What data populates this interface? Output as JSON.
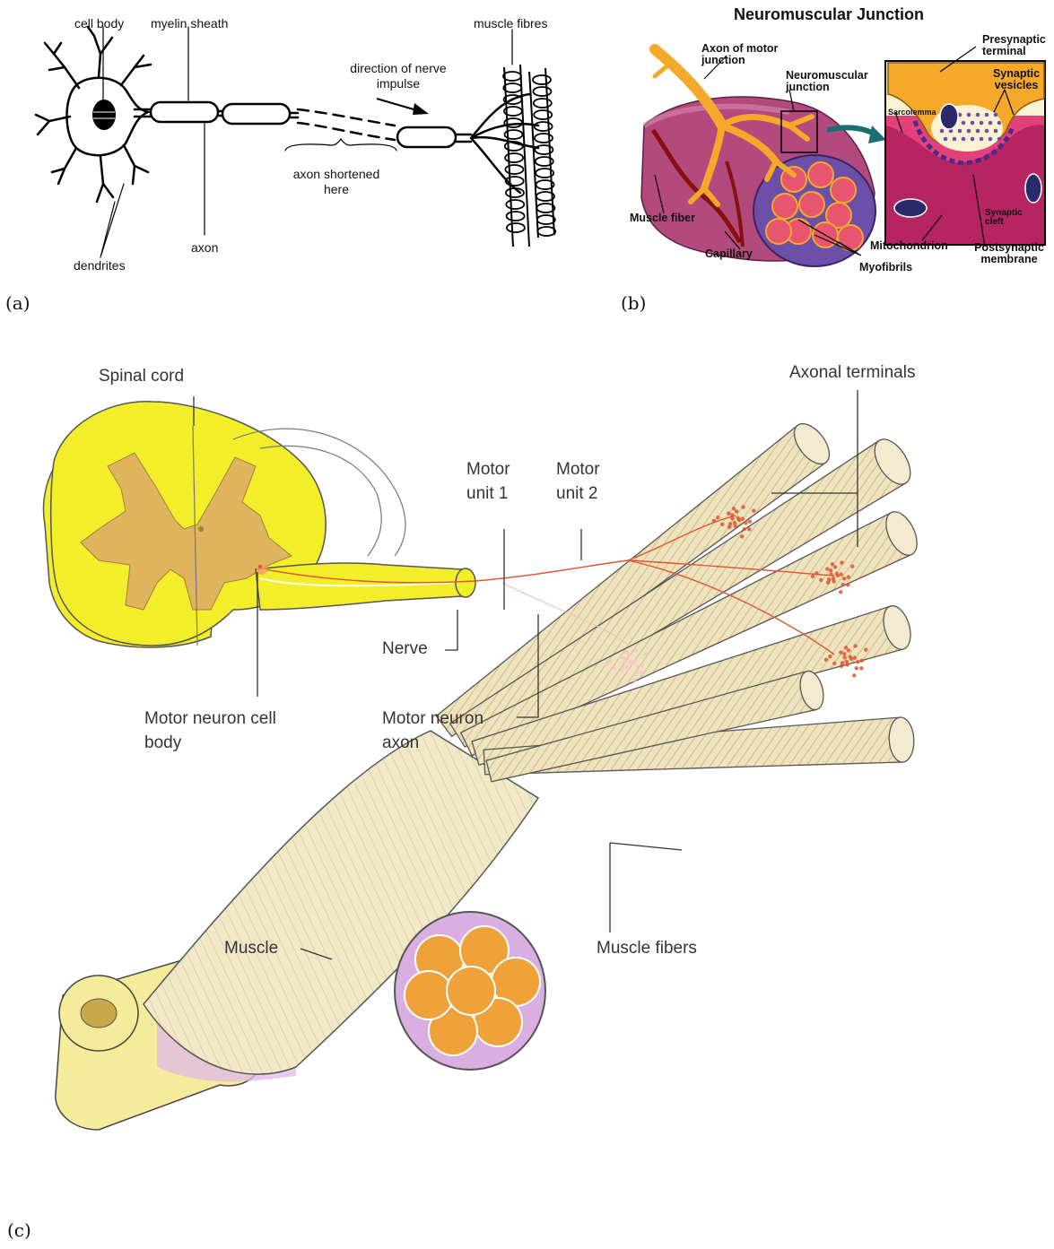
{
  "panel_a": {
    "caption": "(a)",
    "labels": {
      "cell_body": "cell body",
      "myelin_sheath": "myelin sheath",
      "muscle_fibres": "muscle fibres",
      "direction": "direction of nerve impulse",
      "axon_shortened": "axon shortened here",
      "axon": "axon",
      "dendrites": "dendrites"
    }
  },
  "panel_b": {
    "caption": "(b)",
    "title": "Neuromuscular Junction",
    "labels": {
      "axon_of_motor_junction": "Axon of motor junction",
      "neuromuscular_junction": "Neuromuscular junction",
      "presynaptic_terminal": "Presynaptic terminal",
      "synaptic_vesicles": "Synaptic vesicles",
      "sarcolemma": "Sarcolemma",
      "muscle_fiber": "Muscle fiber",
      "capillary": "Capillary",
      "myofibrils": "Myofibrils",
      "mitochondrion": "Mitochondrion",
      "postsynaptic_membrane": "Postsynaptic membrane",
      "synaptic_cleft": "Synaptic cleft"
    }
  },
  "panel_c": {
    "caption": "(c)",
    "labels": {
      "spinal_cord": "Spinal cord",
      "axonal_terminals": "Axonal terminals",
      "motor_unit_1": "Motor unit 1",
      "motor_unit_2": "Motor unit 2",
      "nerve": "Nerve",
      "motor_neuron_cell_body": "Motor neuron cell body",
      "motor_neuron_axon": "Motor neuron axon",
      "muscle": "Muscle",
      "muscle_fibers": "Muscle fibers"
    }
  },
  "colors": {
    "spinal_cord": "#f2ef2a",
    "grey_matter": "#e0b45e",
    "fiber_fill": "#efe3bd",
    "nerve_red": "#e0542e",
    "muscle_orange": "#f0a23a",
    "membrane_purple": "#d9aee0",
    "axon_orange": "#f4a92a",
    "muscle_pink": "#b24a7e",
    "inset_pink": "#e4417a"
  }
}
